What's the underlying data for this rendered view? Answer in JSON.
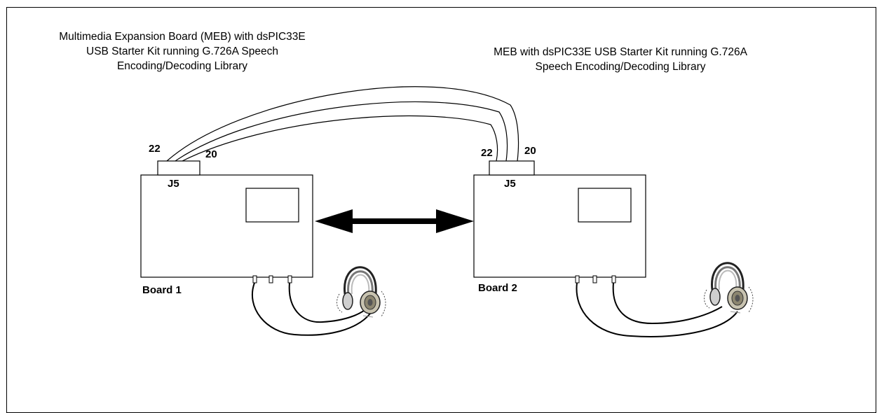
{
  "captions": {
    "board1": "Multimedia Expansion Board (MEB) with dsPIC33E\nUSB Starter Kit running G.726A Speech\nEncoding/Decoding Library",
    "board2": "MEB with dsPIC33E USB Starter Kit running G.726A\nSpeech Encoding/Decoding Library"
  },
  "board1": {
    "name": "Board 1",
    "connector": "J5",
    "pin_left": "22",
    "pin_right": "20"
  },
  "board2": {
    "name": "Board 2",
    "connector": "J5",
    "pin_left": "22",
    "pin_right": "20"
  }
}
